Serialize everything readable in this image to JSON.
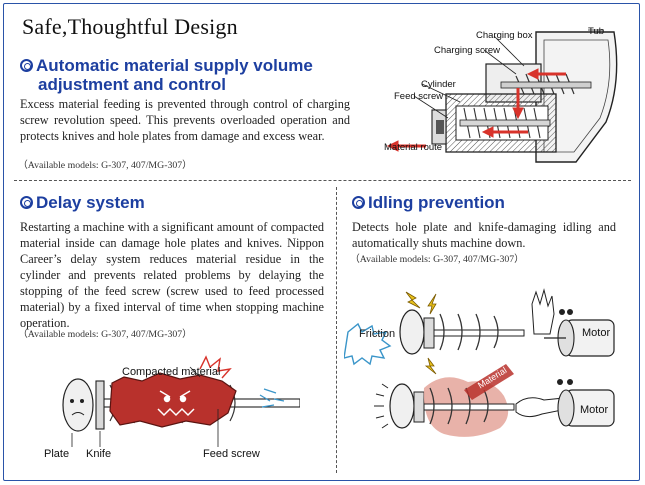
{
  "page_title": "Safe,Thoughtful Design",
  "auto": {
    "heading_line1": "Automatic material supply volume",
    "heading_line2": "adjustment and control",
    "body": "Excess material feeding is prevented through control of charging screw revolution speed. This prevents overloaded operation and protects knives and hole plates from damage and excess wear.",
    "available": "（Available models: G-307, 407/MG-307）"
  },
  "diagram_top": {
    "labels": {
      "charging_box": "Charging box",
      "tub": "Tub",
      "charging_screw": "Charging screw",
      "cylinder": "Cylinder",
      "feed_screw": "Feed screw",
      "material_route": "Material route"
    }
  },
  "delay": {
    "heading": "Delay system",
    "body": "Restarting a machine with a significant amount of compacted material inside can damage hole plates and knives. Nippon Career’s delay system reduces material residue in the cylinder and prevents related problems by delaying the stopping of the feed screw (screw used to feed processed material) by a fixed interval of time when stopping machine operation.",
    "available": "（Available models: G-307, 407/MG-307）",
    "labels": {
      "compacted_material": "Compacted material",
      "plate": "Plate",
      "knife": "Knife",
      "feed_screw": "Feed screw"
    }
  },
  "idling": {
    "heading": "Idling prevention",
    "body": "Detects hole plate and knife-damaging idling and automatically shuts machine down.",
    "available": "（Available models: G-307, 407/MG-307）",
    "labels": {
      "friction": "Friction",
      "motor_top": "Motor",
      "material": "Material",
      "motor_bottom": "Motor"
    }
  },
  "colors": {
    "frame": "#2a53a8",
    "heading": "#1d3fa0",
    "arrow_red": "#d8332b",
    "material_red": "#b8312c",
    "material_pink": "#e6aaa0",
    "friction_blue": "#3a95c9",
    "spark_yellow": "#e9c21c"
  }
}
